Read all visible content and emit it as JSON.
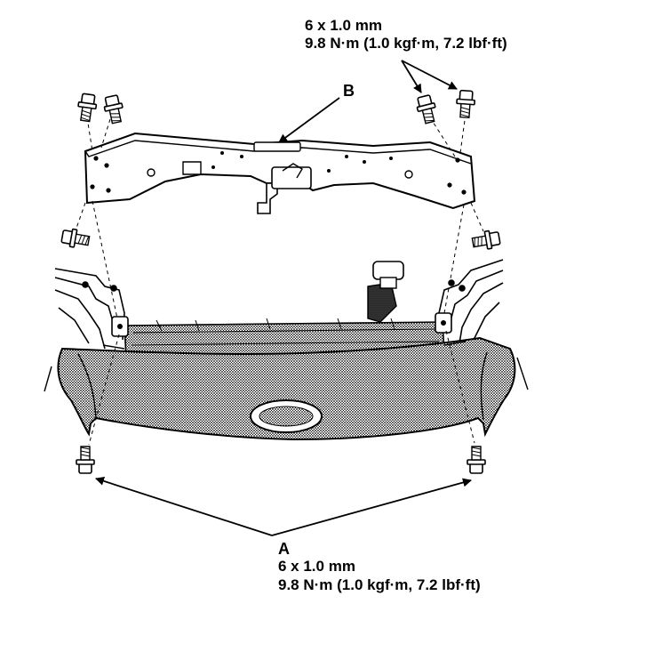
{
  "callouts": {
    "top_bolts": {
      "size": "6 x 1.0 mm",
      "torque": "9.8 N·m (1.0 kgf·m, 7.2 lbf·ft)"
    },
    "b": {
      "letter": "B"
    },
    "a": {
      "letter": "A",
      "size": "6 x 1.0 mm",
      "torque": "9.8 N·m (1.0 kgf·m, 7.2 lbf·ft)"
    }
  },
  "colors": {
    "line": "#000000",
    "fill_part": "#ffffff",
    "shade": "#9a9a9a",
    "shade_dark": "#6e6e6e"
  },
  "icons": [
    "bolt-icon",
    "arrow-icon"
  ]
}
